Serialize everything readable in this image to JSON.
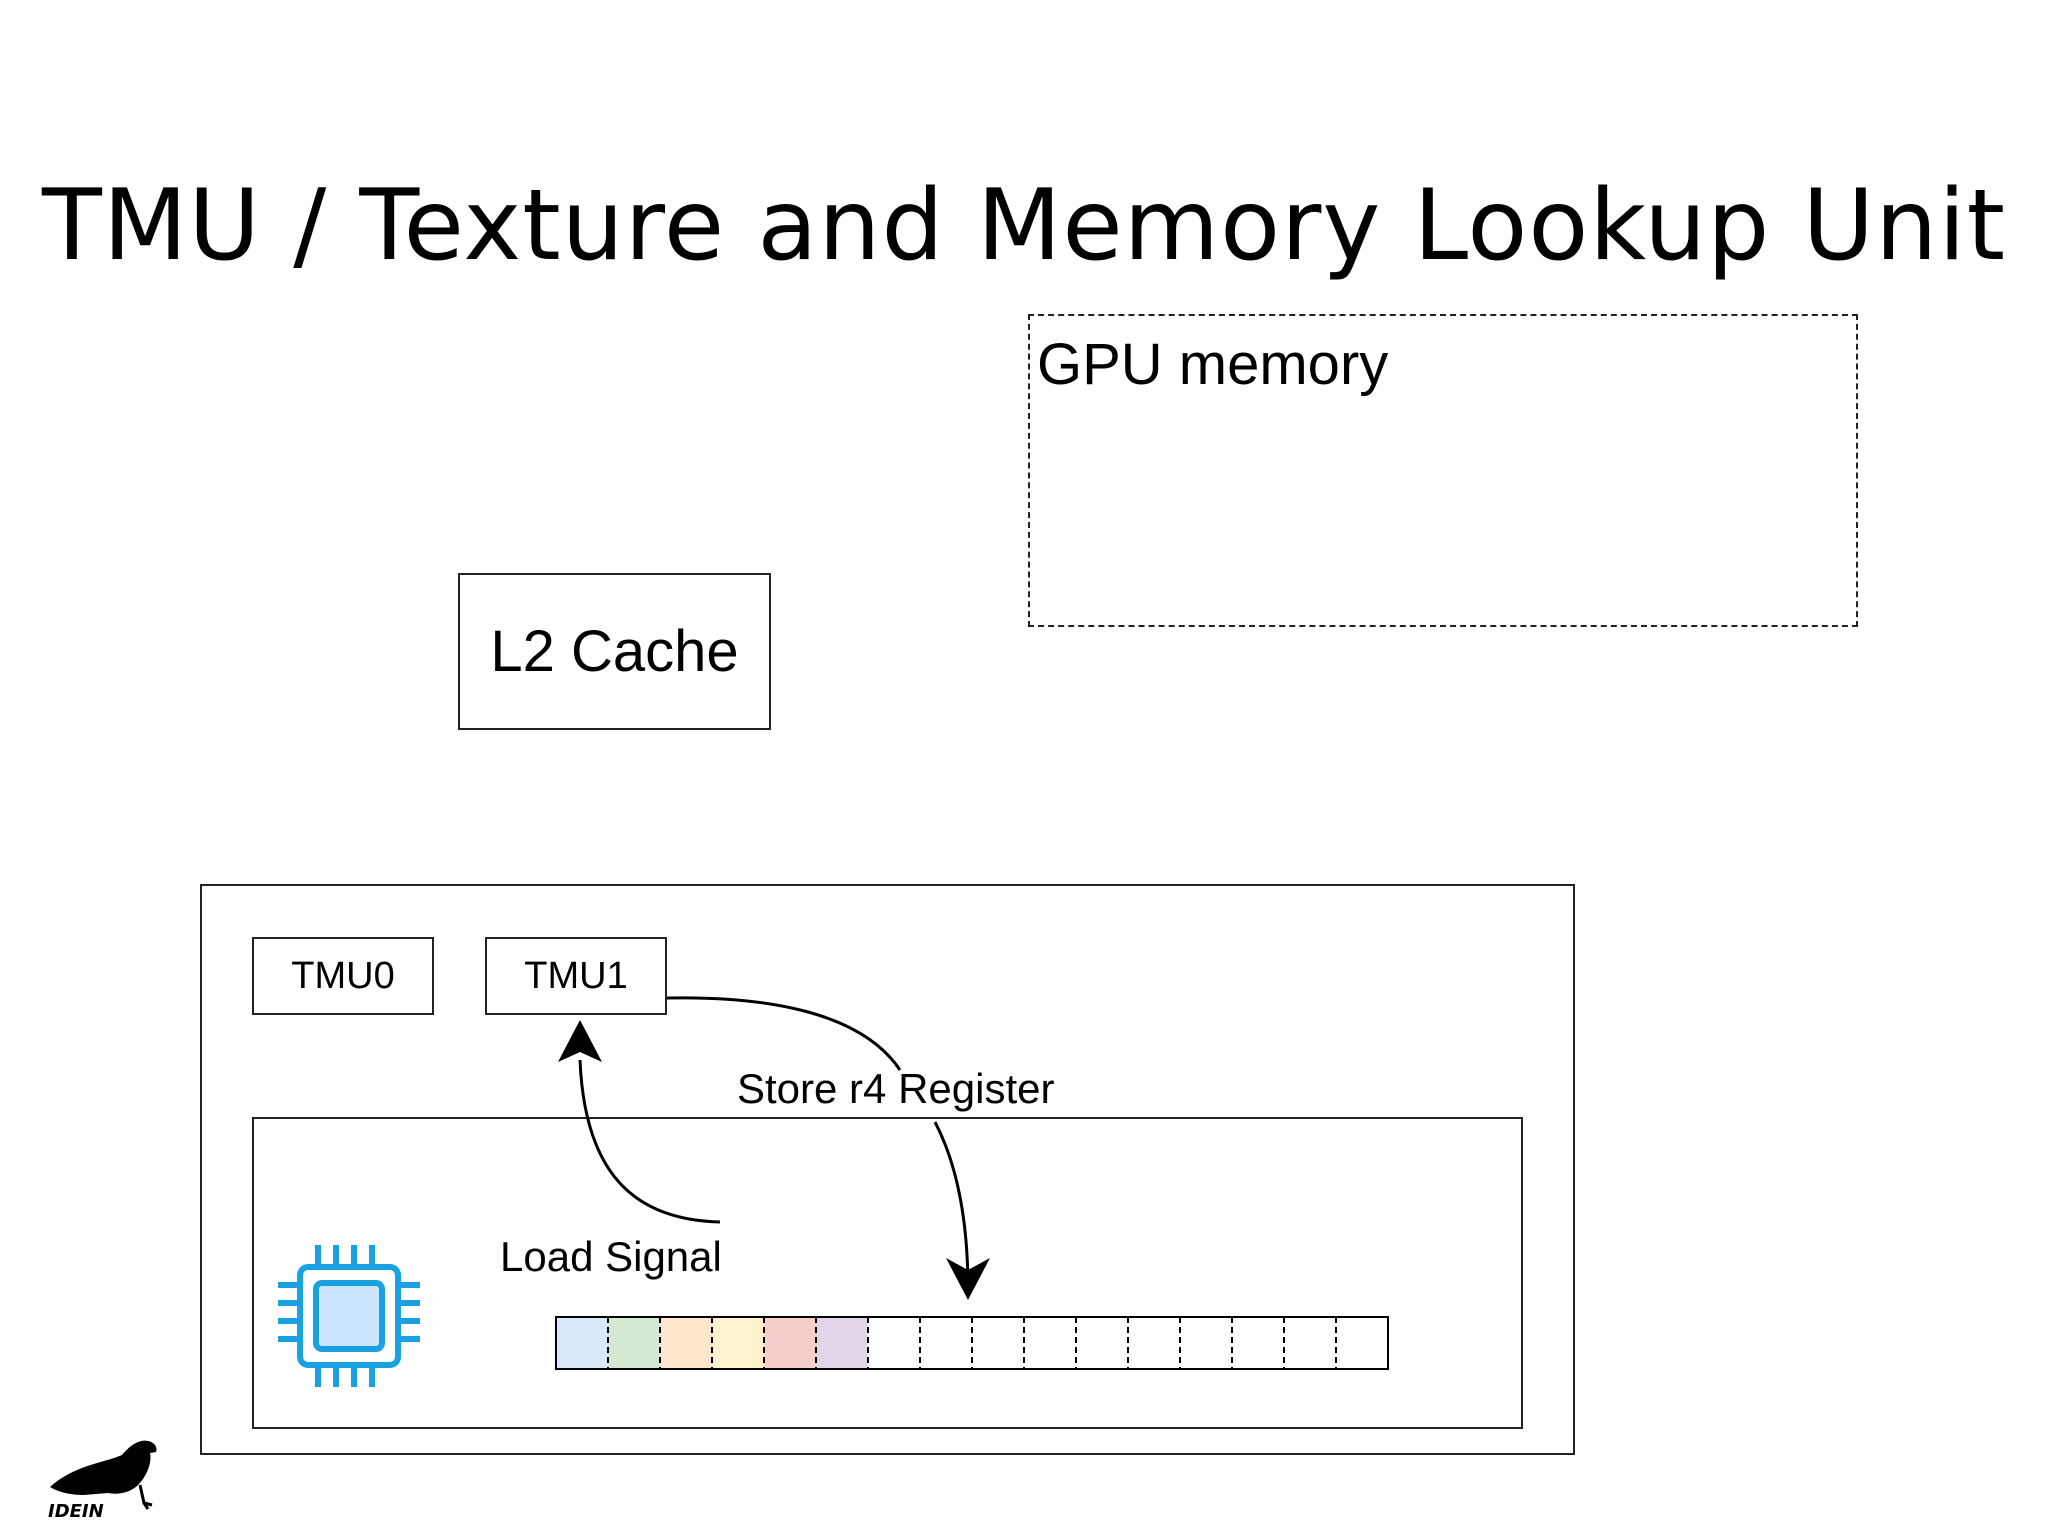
{
  "slide": {
    "title": "TMU / Texture and Memory Lookup Unit"
  },
  "diagram": {
    "gpu_memory_label": "GPU memory",
    "l2_cache_label": "L2 Cache",
    "tmu0_label": "TMU0",
    "tmu1_label": "TMU1",
    "store_label": "Store r4 Register",
    "load_label": "Load Signal",
    "register_cells": [
      "#dae8fc",
      "#d5e8d4",
      "#ffe6cc",
      "#fff2cc",
      "#f8cecc",
      "#e1d5e7",
      "#ffffff",
      "#ffffff",
      "#ffffff",
      "#ffffff",
      "#ffffff",
      "#ffffff",
      "#ffffff",
      "#ffffff",
      "#ffffff",
      "#ffffff"
    ],
    "qpu_icon": "processor-chip-icon",
    "qpu_icon_color": "#1ba1e2",
    "qpu_icon_fill": "#cce5ff"
  },
  "branding": {
    "logo_text": "IDEIN",
    "logo_icon": "raven-logo-icon"
  }
}
